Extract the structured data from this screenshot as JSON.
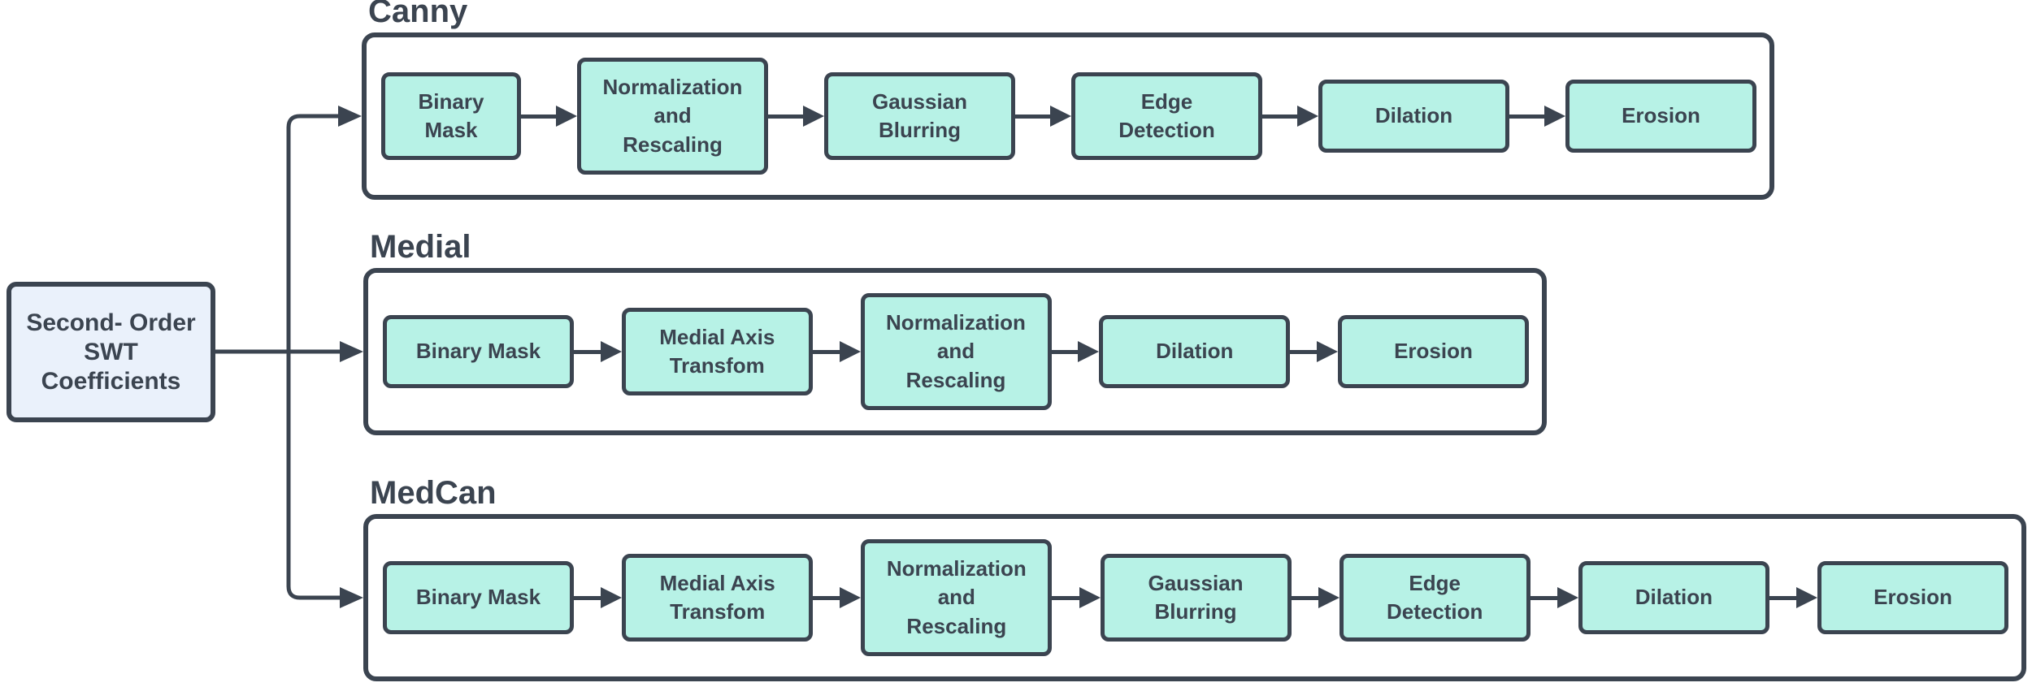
{
  "diagram": {
    "source": {
      "label": "Second- Order\nSWT\nCoefficients"
    },
    "pipelines": [
      {
        "title": "Canny",
        "steps": [
          "Binary Mask",
          "Normalization\nand\nRescaling",
          "Gaussian\nBlurring",
          "Edge\nDetection",
          "Dilation",
          "Erosion"
        ]
      },
      {
        "title": "Medial",
        "steps": [
          "Binary Mask",
          "Medial Axis\nTransfom",
          "Normalization\nand\nRescaling",
          "Dilation",
          "Erosion"
        ]
      },
      {
        "title": "MedCan",
        "steps": [
          "Binary Mask",
          "Medial Axis\nTransfom",
          "Normalization\nand\nRescaling",
          "Gaussian\nBlurring",
          "Edge\nDetection",
          "Dilation",
          "Erosion"
        ]
      }
    ]
  },
  "colors": {
    "stroke": "#3b4450",
    "text": "#3b4450",
    "step_fill": "#b7f2e6",
    "source_fill": "#eaf1fb",
    "background": "#ffffff"
  }
}
